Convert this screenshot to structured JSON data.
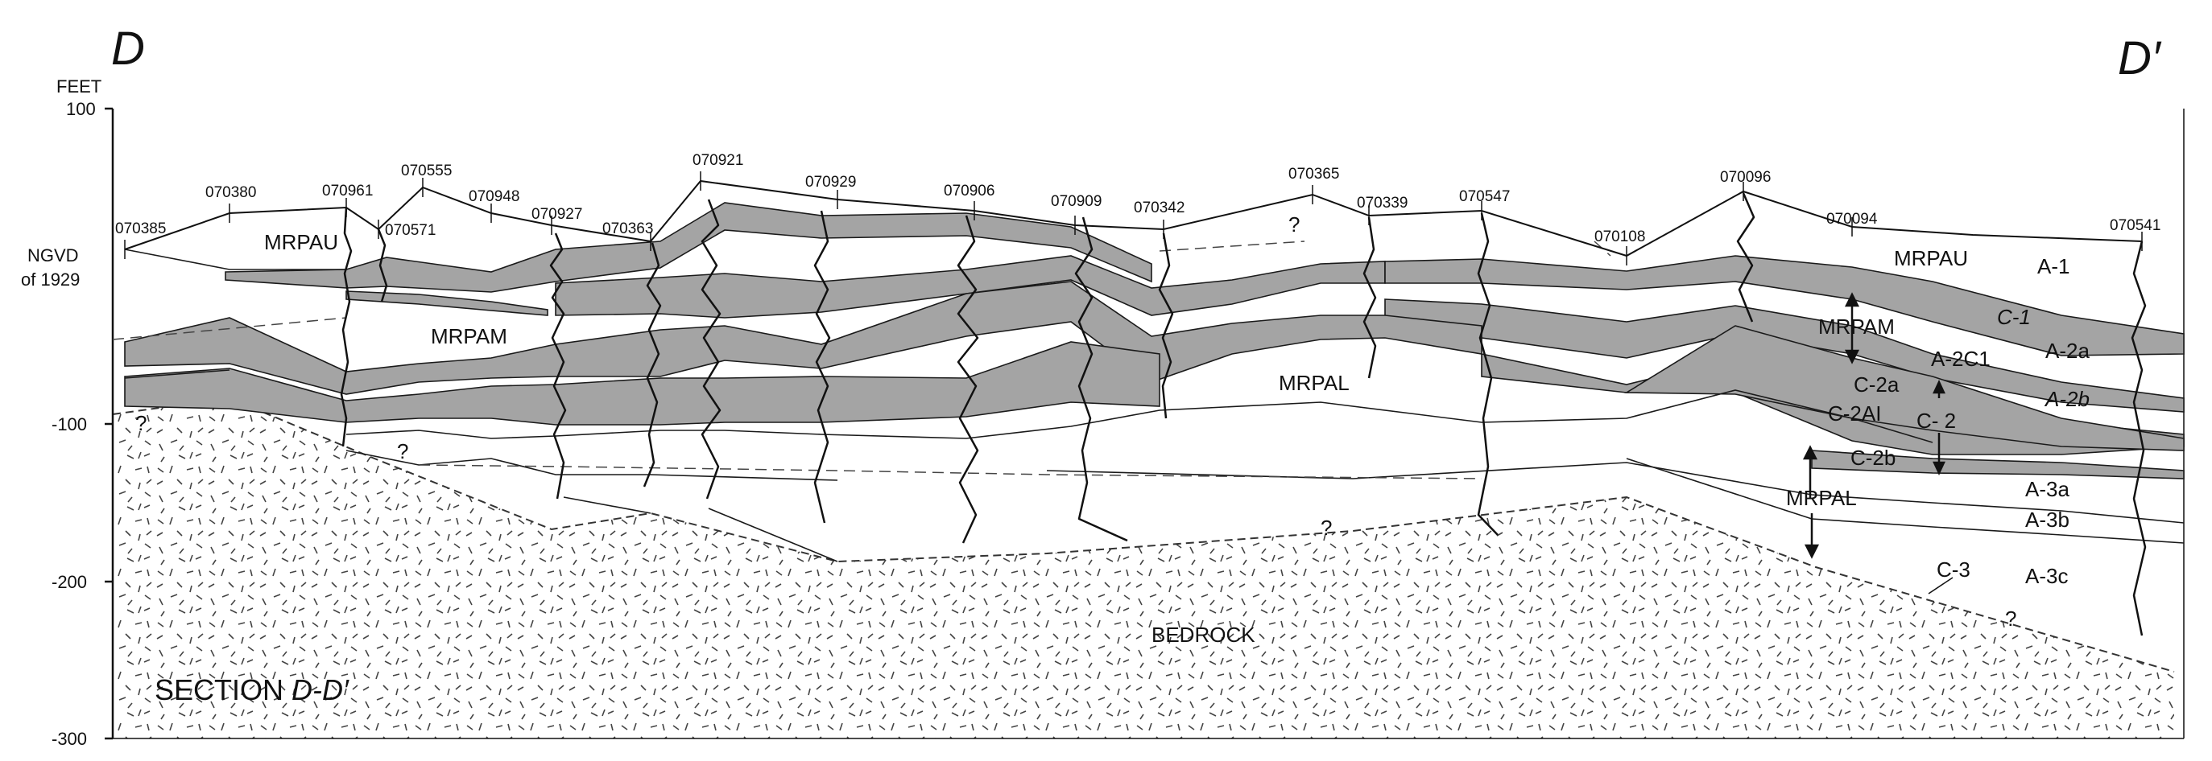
{
  "section_letters": {
    "left": "D",
    "right": "D′"
  },
  "section_title": {
    "prefix": "SECTION ",
    "suffix": "D-D′"
  },
  "axis": {
    "unit": "FEET",
    "datum": [
      "NGVD",
      "of 1929"
    ],
    "ticks": [
      "100",
      "-100",
      "-200",
      "-300"
    ]
  },
  "wells": [
    "070385",
    "070380",
    "070961",
    "070571",
    "070555",
    "070948",
    "070927",
    "070363",
    "070921",
    "070929",
    "070906",
    "070909",
    "070342",
    "070365",
    "070339",
    "070547",
    "070108",
    "070096",
    "070094",
    "070541"
  ],
  "units": {
    "mrpau_left": "MRPAU",
    "mrpam_left": "MRPAM",
    "mrpal_mid": "MRPAL",
    "mrpau_right": "MRPAU",
    "mrpam_right": "MRPAM",
    "mrpal_right": "MRPAL",
    "bedrock": "BEDROCK"
  },
  "layers": {
    "a1": "A-1",
    "c1": "C-1",
    "a2a": "A-2a",
    "a2c1": "A-2C1",
    "c2a": "C-2a",
    "a2b": "A-2b",
    "c2al": "C-2AI",
    "c2": "C- 2",
    "c2b": "C-2b",
    "a3a": "A-3a",
    "a3b": "A-3b",
    "c3": "C-3",
    "a3c": "A-3c"
  },
  "queries": [
    "?",
    "?",
    "?",
    "?",
    "?"
  ],
  "colors": {
    "clay": "#a4a4a4",
    "line": "#1a1a1a",
    "bedrock_dash": "#333333"
  }
}
